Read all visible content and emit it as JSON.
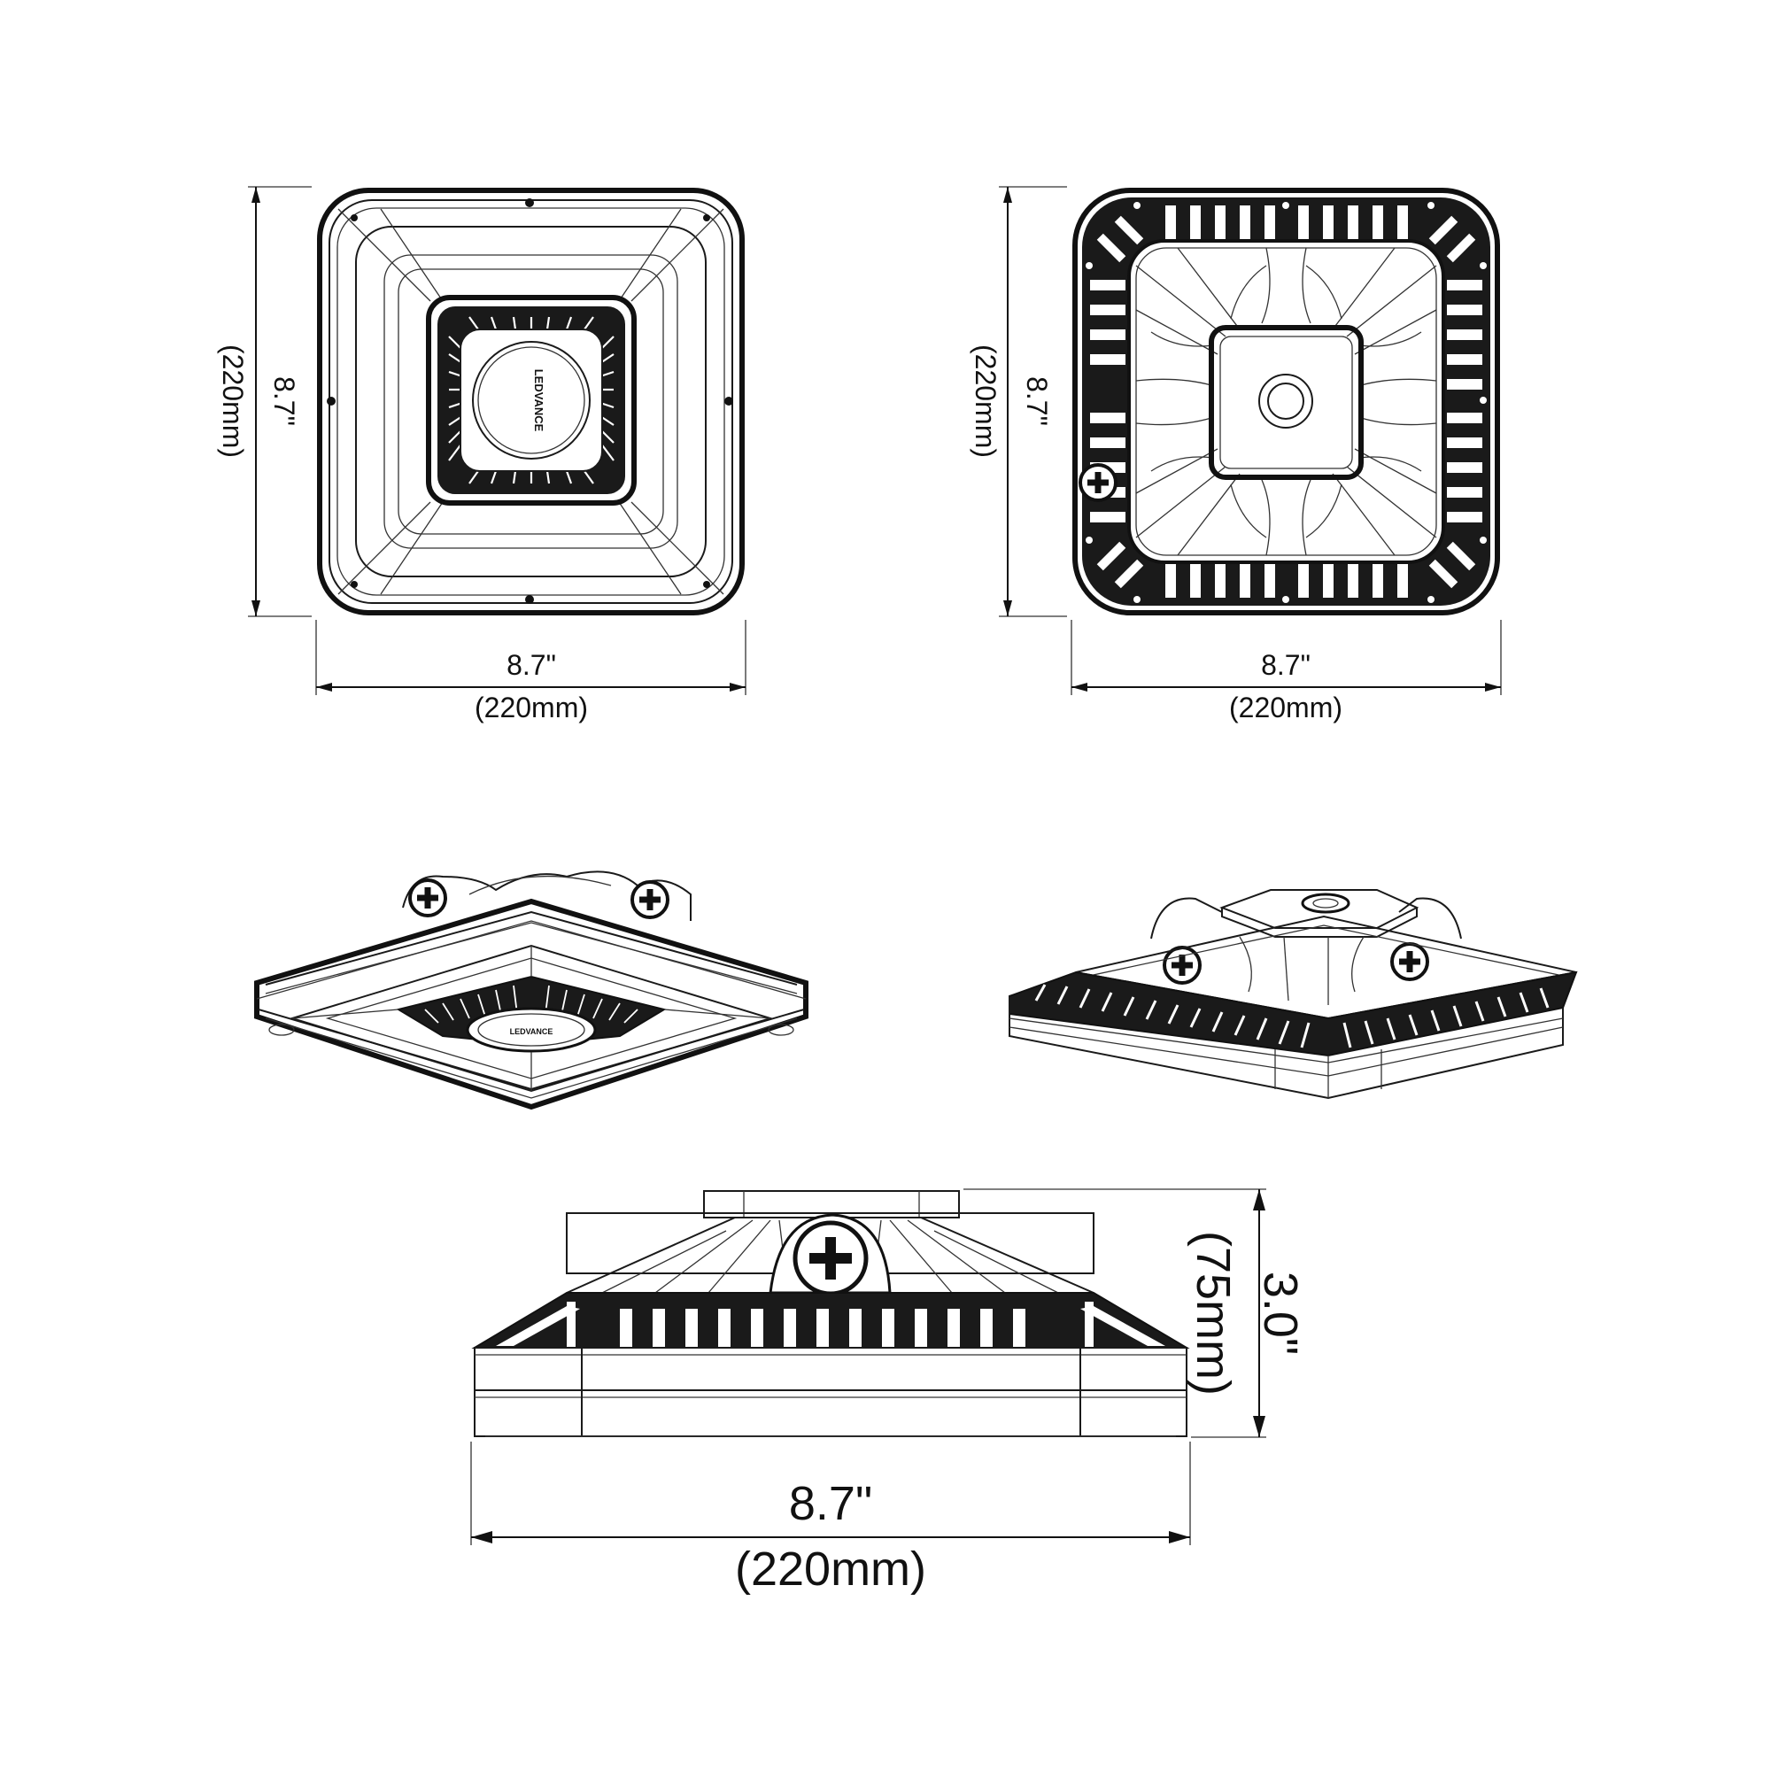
{
  "brand_logo_text": "LEDVANCE",
  "views": {
    "top_view": {
      "width_in": "8.7\"",
      "width_mm": "(220mm)",
      "height_in": "8.7\"",
      "height_mm": "(220mm)"
    },
    "back_view": {
      "width_in": "8.7\"",
      "width_mm": "(220mm)",
      "height_in": "8.7\"",
      "height_mm": "(220mm)"
    },
    "side_view": {
      "width_in": "8.7\"",
      "width_mm": "(220mm)",
      "height_in": "3.0\"",
      "height_mm": "(75mm)"
    }
  },
  "icons": [
    "mounting-screw-icon"
  ]
}
